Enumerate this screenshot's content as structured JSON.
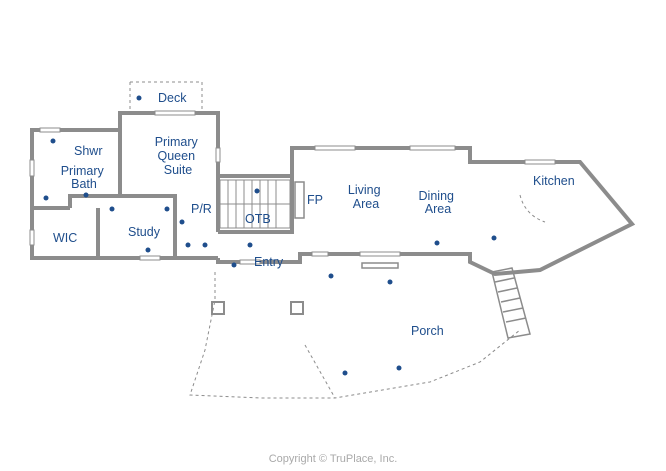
{
  "rooms": {
    "deck": "Deck",
    "primary_queen_suite": [
      "Primary",
      "Queen",
      "Suite"
    ],
    "shwr": "Shwr",
    "primary_bath": [
      "Primary",
      "Bath"
    ],
    "wic": "WIC",
    "study": "Study",
    "pr": "P/R",
    "otb": "OTB",
    "fp": "FP",
    "living_area": [
      "Living",
      "Area"
    ],
    "dining_area": [
      "Dining",
      "Area"
    ],
    "kitchen": "Kitchen",
    "entry": "Entry",
    "porch": "Porch"
  },
  "copyright": "Copyright © TruPlace, Inc.",
  "colors": {
    "wall": "#8c8c8c",
    "label": "#1f4e8c",
    "dot": "#1f4e8c",
    "copyright": "#a9a9a9"
  }
}
